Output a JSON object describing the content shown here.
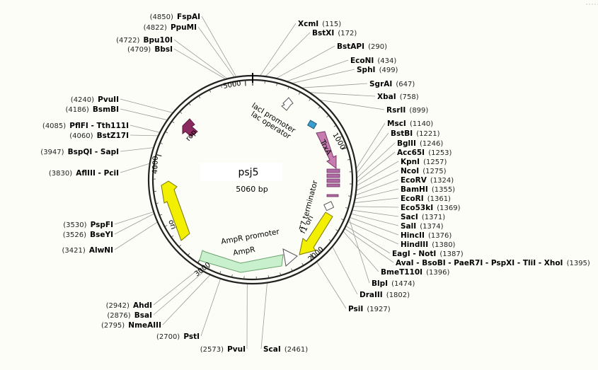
{
  "plasmid": {
    "name": "psj5",
    "size_label": "5060 bp"
  },
  "ticks": [
    "1000",
    "2000",
    "3000",
    "4000",
    "5000"
  ],
  "features": {
    "lacI_promoter": "lacI promoter",
    "lac_operator": "lac operator",
    "TrxA": "TrxA",
    "rop": "rop",
    "ori": "ori",
    "f1_ori": "f1 ori",
    "T7_terminator": "T7 terminator",
    "AmpR_promoter": "AmpR promoter",
    "AmpR": "AmpR"
  },
  "sites": [
    {
      "name": "FspAI",
      "pos": "(4850)"
    },
    {
      "name": "PpuMI",
      "pos": "(4822)"
    },
    {
      "name": "Bpu10I",
      "pos": "(4722)"
    },
    {
      "name": "BbsI",
      "pos": "(4709)"
    },
    {
      "name": "PvuII",
      "pos": "(4240)"
    },
    {
      "name": "BsmBI",
      "pos": "(4186)"
    },
    {
      "name": "PflFI - Tth111I",
      "pos": "(4085)"
    },
    {
      "name": "BstZ17I",
      "pos": "(4060)"
    },
    {
      "name": "BspQI - SapI",
      "pos": "(3947)"
    },
    {
      "name": "AflIII - PciI",
      "pos": "(3830)"
    },
    {
      "name": "PspFI",
      "pos": "(3530)"
    },
    {
      "name": "BseYI",
      "pos": "(3526)"
    },
    {
      "name": "AlwNI",
      "pos": "(3421)"
    },
    {
      "name": "AhdI",
      "pos": "(2942)"
    },
    {
      "name": "BsaI",
      "pos": "(2876)"
    },
    {
      "name": "NmeAIII",
      "pos": "(2795)"
    },
    {
      "name": "PstI",
      "pos": "(2700)"
    },
    {
      "name": "PvuI",
      "pos": "(2573)"
    },
    {
      "name": "ScaI",
      "pos": "(2461)"
    },
    {
      "name": "XcmI",
      "pos": "(115)"
    },
    {
      "name": "BstXI",
      "pos": "(172)"
    },
    {
      "name": "BstAPI",
      "pos": "(290)"
    },
    {
      "name": "EcoNI",
      "pos": "(434)"
    },
    {
      "name": "SphI",
      "pos": "(499)"
    },
    {
      "name": "SgrAI",
      "pos": "(647)"
    },
    {
      "name": "XbaI",
      "pos": "(758)"
    },
    {
      "name": "RsrII",
      "pos": "(899)"
    },
    {
      "name": "MscI",
      "pos": "(1140)"
    },
    {
      "name": "BstBI",
      "pos": "(1221)"
    },
    {
      "name": "BglII",
      "pos": "(1246)"
    },
    {
      "name": "Acc65I",
      "pos": "(1253)"
    },
    {
      "name": "KpnI",
      "pos": "(1257)"
    },
    {
      "name": "NcoI",
      "pos": "(1275)"
    },
    {
      "name": "EcoRV",
      "pos": "(1324)"
    },
    {
      "name": "BamHI",
      "pos": "(1355)"
    },
    {
      "name": "EcoRI",
      "pos": "(1361)"
    },
    {
      "name": "Eco53kI",
      "pos": "(1369)"
    },
    {
      "name": "SacI",
      "pos": "(1371)"
    },
    {
      "name": "SalI",
      "pos": "(1374)"
    },
    {
      "name": "HincII",
      "pos": "(1376)"
    },
    {
      "name": "HindIII",
      "pos": "(1380)"
    },
    {
      "name": "EagI - NotI",
      "pos": "(1387)"
    },
    {
      "name": "AvaI - BsoBI - PaeR7I - PspXI - TliI - XhoI",
      "pos": "(1395)"
    },
    {
      "name": "BmeT110I",
      "pos": "(1396)"
    },
    {
      "name": "BlpI",
      "pos": "(1474)"
    },
    {
      "name": "DraIII",
      "pos": "(1802)"
    },
    {
      "name": "PsiI",
      "pos": "(1927)"
    }
  ]
}
